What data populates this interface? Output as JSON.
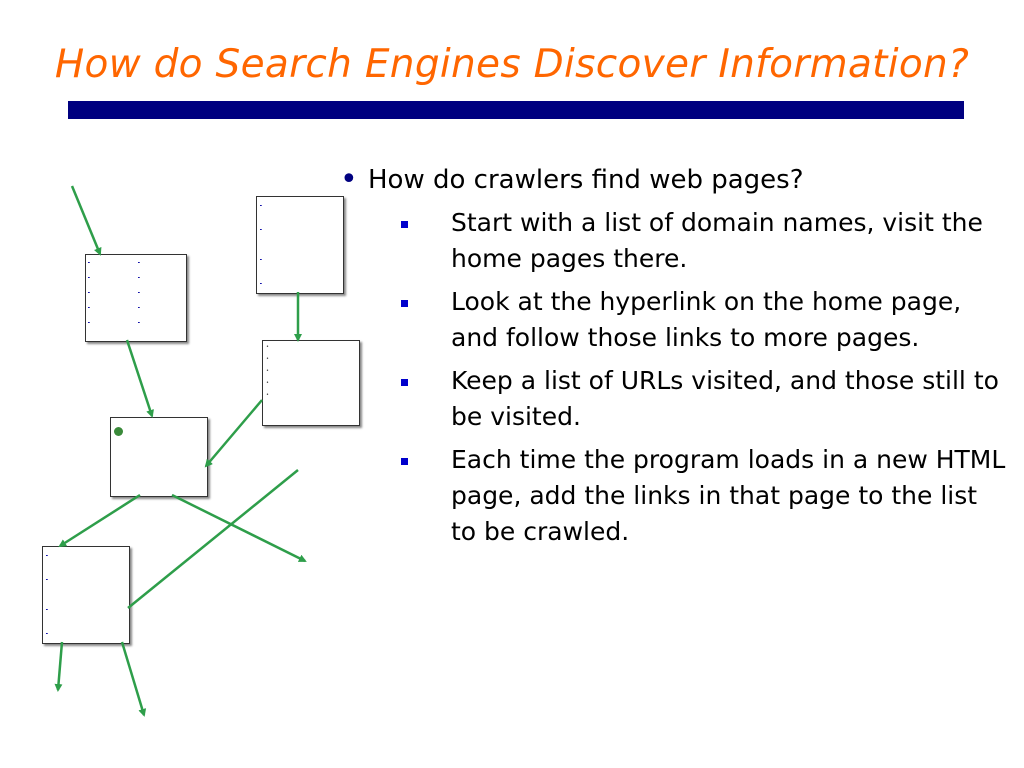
{
  "slide": {
    "title": "How do Search Engines Discover Information?",
    "main_bullet": "How do crawlers find web pages?",
    "sub_bullets": [
      "Start with a list of domain names, visit the home pages there.",
      "Look at the hyperlink on the home page, and follow those links to more pages.",
      "Keep a list of URLs visited, and those still to be visited.",
      "Each time the program loads in a new HTML page, add the links in that page to the list to be crawled."
    ]
  },
  "colors": {
    "title": "#ff6600",
    "bar": "#000080",
    "arrow": "#2e9e4a",
    "bullet": "#0000cc"
  }
}
